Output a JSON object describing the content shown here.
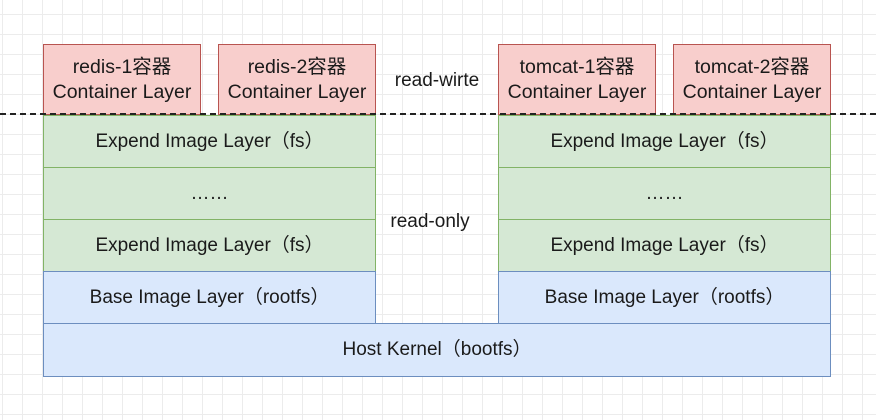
{
  "containers": [
    {
      "line1": "redis-1容器",
      "line2": "Container Layer"
    },
    {
      "line1": "redis-2容器",
      "line2": "Container Layer"
    },
    {
      "line1": "tomcat-1容器",
      "line2": "Container Layer"
    },
    {
      "line1": "tomcat-2容器",
      "line2": "Container Layer"
    }
  ],
  "labels": {
    "read_write": "read-wirte",
    "read_only": "read-only"
  },
  "left_stack": {
    "expend_top": "Expend Image Layer（fs）",
    "ellipsis": "……",
    "expend_bottom": "Expend Image Layer（fs）",
    "base": "Base Image Layer（rootfs）"
  },
  "right_stack": {
    "expend_top": "Expend Image Layer（fs）",
    "ellipsis": "……",
    "expend_bottom": "Expend Image Layer（fs）",
    "base": "Base Image Layer（rootfs）"
  },
  "host": "Host Kernel（bootfs）",
  "colors": {
    "container_fill": "#f8cecc",
    "container_stroke": "#b85450",
    "image_fill": "#d5e8d4",
    "image_stroke": "#82b366",
    "base_fill": "#dae8fc",
    "base_stroke": "#6c8ebf"
  }
}
